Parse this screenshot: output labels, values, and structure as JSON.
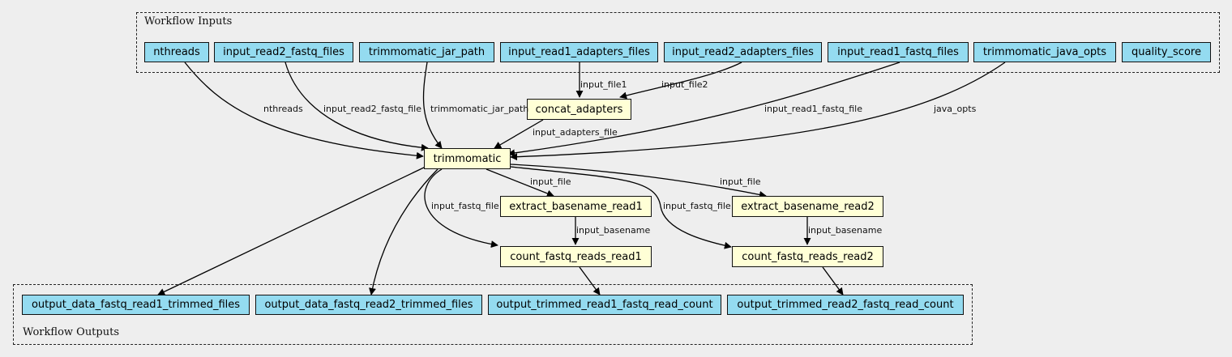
{
  "inputs_cluster": {
    "label": "Workflow Inputs"
  },
  "outputs_cluster": {
    "label": "Workflow Outputs"
  },
  "inputs": {
    "nthreads": "nthreads",
    "input_read2_fastq_files": "input_read2_fastq_files",
    "trimmomatic_jar_path": "trimmomatic_jar_path",
    "input_read1_adapters_files": "input_read1_adapters_files",
    "input_read2_adapters_files": "input_read2_adapters_files",
    "input_read1_fastq_files": "input_read1_fastq_files",
    "trimmomatic_java_opts": "trimmomatic_java_opts",
    "quality_score": "quality_score"
  },
  "steps": {
    "concat_adapters": "concat_adapters",
    "trimmomatic": "trimmomatic",
    "extract_basename_read1": "extract_basename_read1",
    "extract_basename_read2": "extract_basename_read2",
    "count_fastq_reads_read1": "count_fastq_reads_read1",
    "count_fastq_reads_read2": "count_fastq_reads_read2"
  },
  "outputs": {
    "output_data_fastq_read1_trimmed_files": "output_data_fastq_read1_trimmed_files",
    "output_data_fastq_read2_trimmed_files": "output_data_fastq_read2_trimmed_files",
    "output_trimmed_read1_fastq_read_count": "output_trimmed_read1_fastq_read_count",
    "output_trimmed_read2_fastq_read_count": "output_trimmed_read2_fastq_read_count"
  },
  "edge_labels": {
    "input_file1": "input_file1",
    "input_file2": "input_file2",
    "nthreads": "nthreads",
    "input_read2_fastq_file": "input_read2_fastq_file",
    "trimmomatic_jar_path": "trimmomatic_jar_path",
    "input_read1_fastq_file": "input_read1_fastq_file",
    "java_opts": "java_opts",
    "input_adapters_file": "input_adapters_file",
    "input_file_read1": "input_file",
    "input_file_read2": "input_file",
    "input_fastq_file_read1": "input_fastq_file",
    "input_fastq_file_read2": "input_fastq_file",
    "input_basename_read1": "input_basename",
    "input_basename_read2": "input_basename"
  },
  "colors": {
    "io_fill": "#94dbf0",
    "step_fill": "#ffffd6",
    "background": "#eeeeee",
    "stroke": "#111111"
  }
}
